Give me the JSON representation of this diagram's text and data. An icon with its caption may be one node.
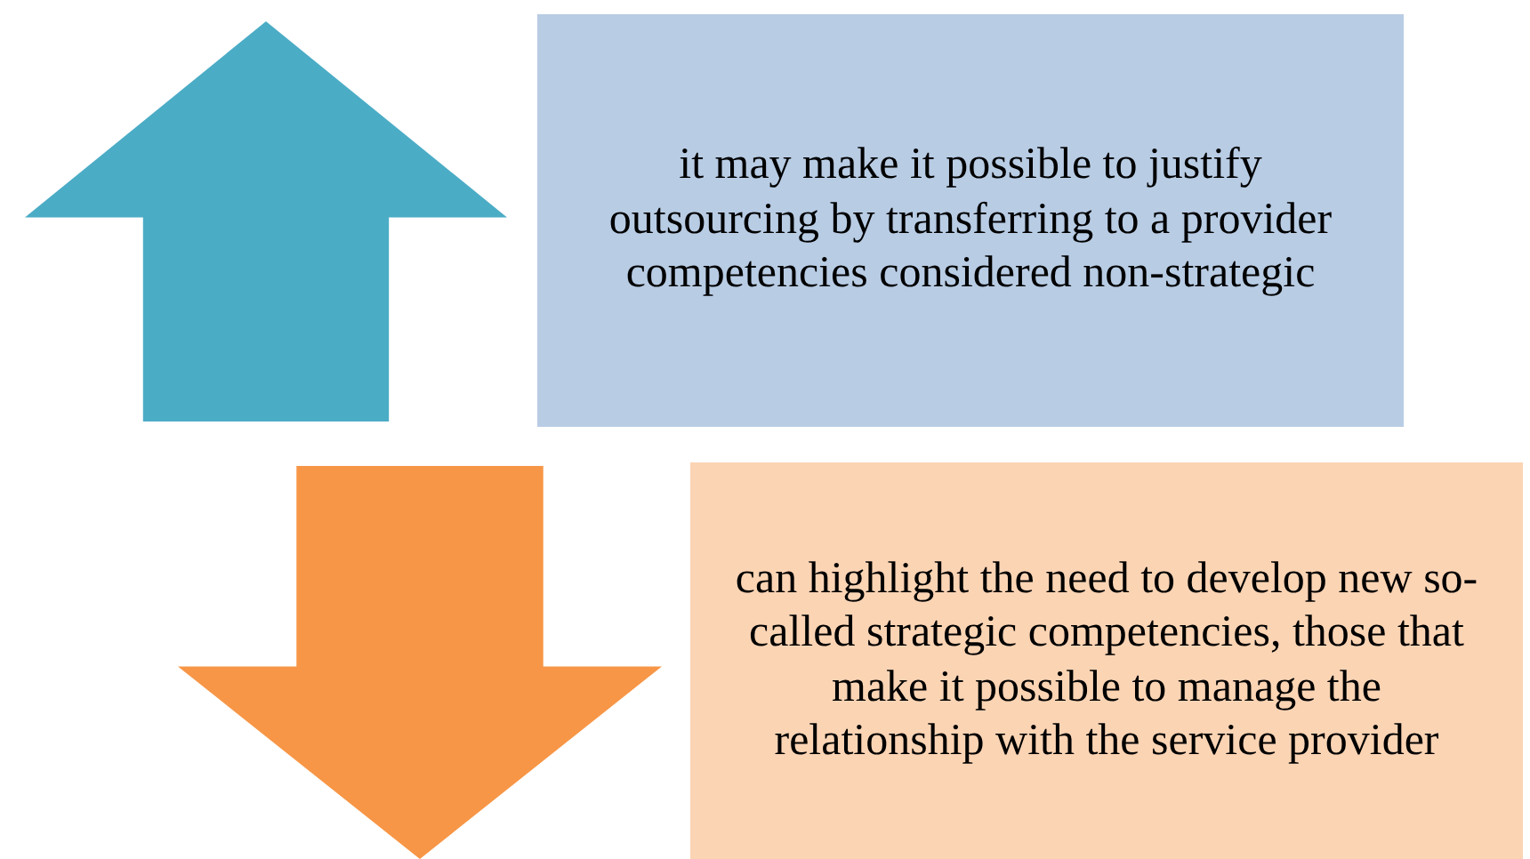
{
  "diagram": {
    "nodes": [
      {
        "text": [],
        "shape": "arrow"
      },
      {
        "text": [
          "it may make it possible to justify outsourcing by transferring to a provider competencies considered non-strategic"
        ]
      },
      {
        "text": [],
        "shape": "arrow"
      },
      {
        "text": [
          "can highlight the need to develop new so-called strategic competencies, those that make it possible to manage the relationship with the service provider"
        ]
      }
    ]
  }
}
